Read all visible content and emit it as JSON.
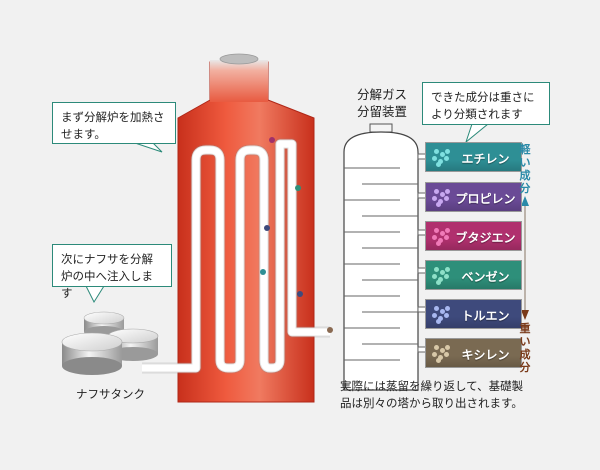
{
  "callouts": {
    "furnace_heat": "まず分解炉を加熱させます。",
    "naphtha_inject": "次にナフサを分解炉の中へ注入します",
    "separation": "できた成分は重さにより分類されます"
  },
  "labels": {
    "tank": "ナフサタンク",
    "tower": [
      "分解ガス",
      "分留装置"
    ],
    "note": [
      "実際には蒸留を繰り返して、基礎製",
      "品は別々の塔から取り出されます。"
    ]
  },
  "axis": {
    "light": [
      "軽",
      "い",
      "成",
      "分"
    ],
    "heavy": [
      "重",
      "い",
      "成",
      "分"
    ],
    "light_color": "#2a8aa8",
    "heavy_color": "#7a3a1a"
  },
  "products": [
    {
      "name": "エチレン",
      "color": "#2e8f95",
      "dot": "#7fe0e0"
    },
    {
      "name": "プロピレン",
      "color": "#6a4a96",
      "dot": "#c8a8f0"
    },
    {
      "name": "ブタジエン",
      "color": "#b0306e",
      "dot": "#f07ab8"
    },
    {
      "name": "ベンゼン",
      "color": "#2e8f7a",
      "dot": "#8ee0c8"
    },
    {
      "name": "トルエン",
      "color": "#3e4a7c",
      "dot": "#a8b8f0"
    },
    {
      "name": "キシレン",
      "color": "#7a6a52",
      "dot": "#d8c8a8"
    }
  ],
  "colors": {
    "furnace_top": "#f07060",
    "furnace_bottom": "#c8301c",
    "accent": "#2c8a7a"
  }
}
